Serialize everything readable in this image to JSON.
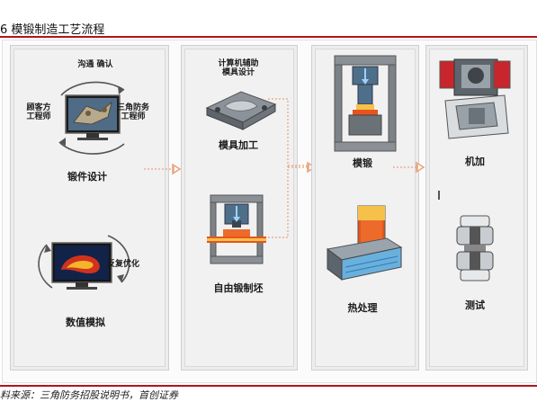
{
  "header": {
    "title": "6 模锻制造工艺流程"
  },
  "footer": {
    "source": "料来源：三角防务招股说明书，首创证券"
  },
  "panel1": {
    "top_caption": "沟通  确认",
    "client_label": [
      "顾客方",
      "工程师"
    ],
    "company_label": [
      "三角防务",
      "工程师"
    ],
    "forging_design": "锻件设计",
    "optimize_label": "反复优化",
    "numeric_sim": "数值模拟"
  },
  "panel2": {
    "cad_caption": [
      "计算机辅助",
      "模具设计"
    ],
    "die_machining": "模具加工",
    "free_forging": "自由锻制坯"
  },
  "panel3": {
    "die_forging": "模锻",
    "heat_treatment": "热处理"
  },
  "panel4": {
    "machining": "机加",
    "testing": "测试"
  },
  "colors": {
    "rule": "#b4131b",
    "arrow": "#e8a27a",
    "hot": "#e8541c"
  }
}
